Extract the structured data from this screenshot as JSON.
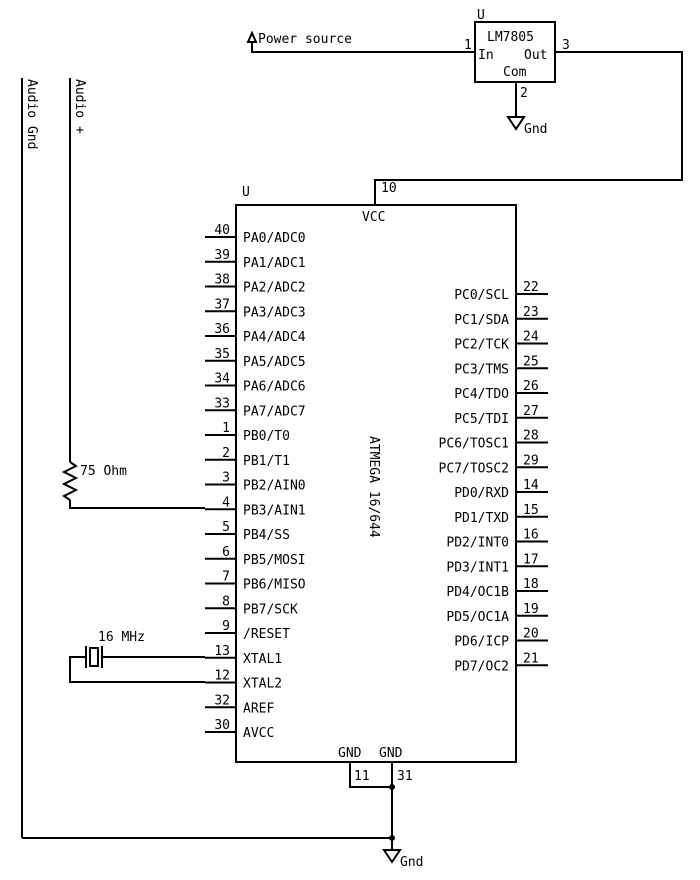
{
  "regulator": {
    "ref": "U",
    "part": "LM7805",
    "in_label": "In",
    "out_label": "Out",
    "com_label": "Com",
    "pin_in": "1",
    "pin_out": "3",
    "pin_com": "2"
  },
  "power_source_label": "Power source",
  "gnd_label": "Gnd",
  "audio_gnd_label": "Audio Gnd",
  "audio_plus_label": "Audio +",
  "resistor_label": "75 Ohm",
  "crystal_label": "16 MHz",
  "mcu": {
    "ref": "U",
    "part": "ATMEGA 16/644",
    "vcc_label": "VCC",
    "vcc_pin": "10",
    "gnd_label_1": "GND",
    "gnd_label_2": "GND",
    "gnd_pin_1": "11",
    "gnd_pin_2": "31",
    "left_pins": [
      {
        "num": "40",
        "name": "PA0/ADC0"
      },
      {
        "num": "39",
        "name": "PA1/ADC1"
      },
      {
        "num": "38",
        "name": "PA2/ADC2"
      },
      {
        "num": "37",
        "name": "PA3/ADC3"
      },
      {
        "num": "36",
        "name": "PA4/ADC4"
      },
      {
        "num": "35",
        "name": "PA5/ADC5"
      },
      {
        "num": "34",
        "name": "PA6/ADC6"
      },
      {
        "num": "33",
        "name": "PA7/ADC7"
      },
      {
        "num": "1",
        "name": "PB0/T0"
      },
      {
        "num": "2",
        "name": "PB1/T1"
      },
      {
        "num": "3",
        "name": "PB2/AIN0"
      },
      {
        "num": "4",
        "name": "PB3/AIN1"
      },
      {
        "num": "5",
        "name": "PB4/SS"
      },
      {
        "num": "6",
        "name": "PB5/MOSI"
      },
      {
        "num": "7",
        "name": "PB6/MISO"
      },
      {
        "num": "8",
        "name": "PB7/SCK"
      },
      {
        "num": "9",
        "name": "/RESET"
      },
      {
        "num": "13",
        "name": "XTAL1"
      },
      {
        "num": "12",
        "name": "XTAL2"
      },
      {
        "num": "32",
        "name": "AREF"
      },
      {
        "num": "30",
        "name": "AVCC"
      }
    ],
    "right_pins": [
      {
        "num": "22",
        "name": "PC0/SCL"
      },
      {
        "num": "23",
        "name": "PC1/SDA"
      },
      {
        "num": "24",
        "name": "PC2/TCK"
      },
      {
        "num": "25",
        "name": "PC3/TMS"
      },
      {
        "num": "26",
        "name": "PC4/TDO"
      },
      {
        "num": "27",
        "name": "PC5/TDI"
      },
      {
        "num": "28",
        "name": "PC6/TOSC1"
      },
      {
        "num": "29",
        "name": "PC7/TOSC2"
      },
      {
        "num": "14",
        "name": "PD0/RXD"
      },
      {
        "num": "15",
        "name": "PD1/TXD"
      },
      {
        "num": "16",
        "name": "PD2/INT0"
      },
      {
        "num": "17",
        "name": "PD3/INT1"
      },
      {
        "num": "18",
        "name": "PD4/OC1B"
      },
      {
        "num": "19",
        "name": "PD5/OC1A"
      },
      {
        "num": "20",
        "name": "PD6/ICP"
      },
      {
        "num": "21",
        "name": "PD7/OC2"
      }
    ]
  }
}
